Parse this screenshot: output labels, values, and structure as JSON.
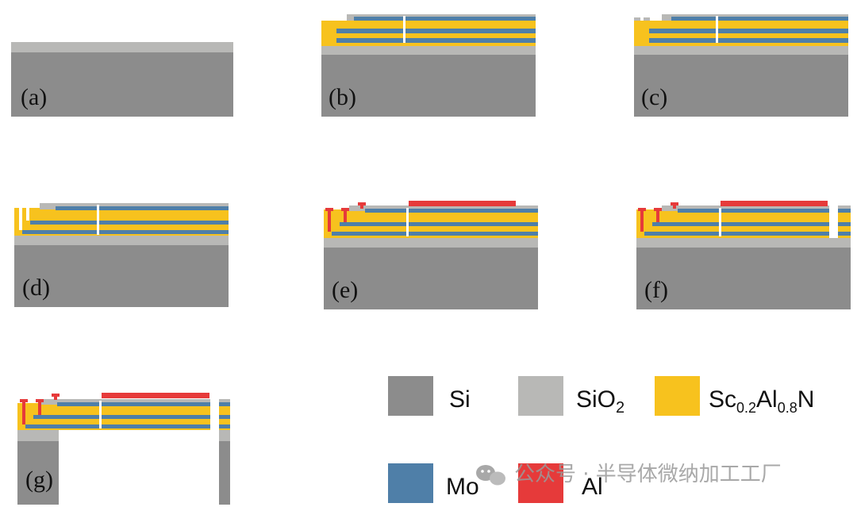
{
  "colors": {
    "si": "#8c8c8c",
    "sio2": "#b8b8b6",
    "scaln": "#f7c21e",
    "mo": "#4f7fa8",
    "al": "#e63a3a",
    "gap": "#ffffff"
  },
  "panels": [
    {
      "id": "a",
      "label": "(a)"
    },
    {
      "id": "b",
      "label": "(b)"
    },
    {
      "id": "c",
      "label": "(c)"
    },
    {
      "id": "d",
      "label": "(d)"
    },
    {
      "id": "e",
      "label": "(e)"
    },
    {
      "id": "f",
      "label": "(f)"
    },
    {
      "id": "g",
      "label": "(g)"
    }
  ],
  "legend": {
    "si": {
      "label": "Si",
      "color_key": "si"
    },
    "sio2": {
      "label_main": "SiO",
      "label_sub": "2",
      "color_key": "sio2"
    },
    "scaln": {
      "p1": "Sc",
      "s1": "0.2",
      "p2": "Al",
      "s2": "0.8",
      "p3": "N",
      "color_key": "scaln"
    },
    "mo": {
      "label": "Mo",
      "color_key": "mo"
    },
    "al": {
      "label": "Al",
      "color_key": "al"
    }
  },
  "watermark": {
    "text": "公众号 · 半导体微纳加工工厂",
    "icon": "wechat-icon"
  }
}
